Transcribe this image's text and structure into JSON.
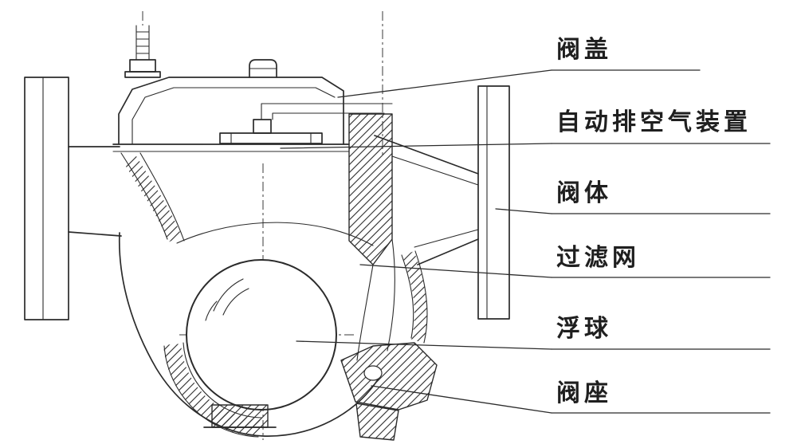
{
  "diagram": {
    "type": "technical-cross-section",
    "subject": "float-type steam trap valve",
    "background_color": "#ffffff",
    "line_color": "#2b2b2b",
    "labels": [
      {
        "id": "valve-cover",
        "text": "阀盖"
      },
      {
        "id": "auto-air-vent",
        "text": "自动排空气装置"
      },
      {
        "id": "valve-body",
        "text": "阀体"
      },
      {
        "id": "strainer",
        "text": "过滤网"
      },
      {
        "id": "float-ball",
        "text": "浮球"
      },
      {
        "id": "valve-seat",
        "text": "阀座"
      }
    ]
  }
}
